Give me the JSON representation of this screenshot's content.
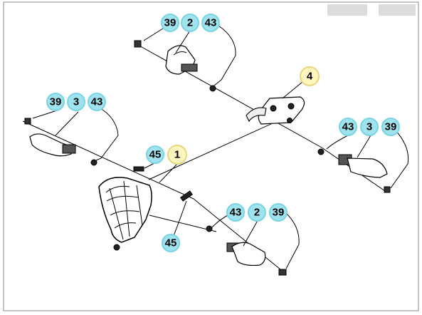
{
  "diagram": {
    "callouts": {
      "top_left_group": [
        "39",
        "2",
        "43"
      ],
      "top_right_single": "4",
      "left_group": [
        "39",
        "3",
        "43"
      ],
      "right_group": [
        "43",
        "3",
        "39"
      ],
      "center_group": [
        "45",
        "1"
      ],
      "bottom_right_group": [
        "43",
        "2",
        "39"
      ],
      "bottom_single": "45"
    },
    "colors": {
      "callout_fill": "#9ee3ee",
      "callout_fill_highlight": "#fff6bf",
      "callout_stroke": "#7ad4e3",
      "callout_stroke_highlight": "#e7d67a",
      "line": "#000000",
      "border": "#8a8a8a"
    }
  }
}
